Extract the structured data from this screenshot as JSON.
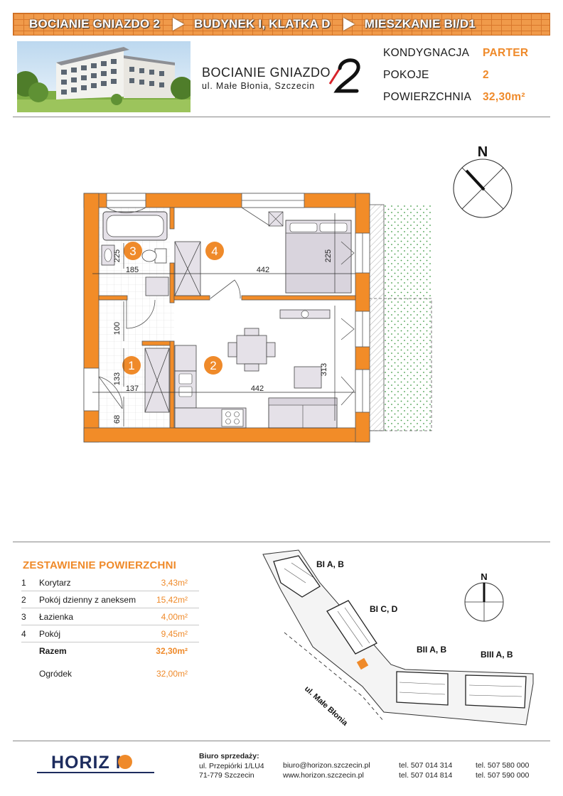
{
  "banner": {
    "crumbs": [
      "BOCIANIE GNIAZDO 2",
      "BUDYNEK I, KLATKA D",
      "MIESZKANIE  BI/D1"
    ]
  },
  "logo": {
    "title": "BOCIANIE GNIAZDO",
    "subtitle": "ul. Małe Błonia, Szczecin",
    "numeral": "2"
  },
  "specs": [
    {
      "label": "KONDYGNACJA",
      "value": "PARTER"
    },
    {
      "label": "POKOJE",
      "value": "2"
    },
    {
      "label": "POWIERZCHNIA",
      "value": "32,30m²"
    }
  ],
  "plan": {
    "north_label": "N",
    "room_numbers": [
      "1",
      "2",
      "3",
      "4"
    ],
    "dimensions": {
      "bath_h": "225",
      "bath_w": "185",
      "room_w": "442",
      "room_h": "225",
      "door": "100",
      "hall_h": "133",
      "hall_w": "137",
      "living_w": "442",
      "living_h": "313",
      "entry": "68"
    }
  },
  "summary": {
    "title": "ZESTAWIENIE POWIERZCHNI",
    "rooms": [
      {
        "no": "1",
        "name": "Korytarz",
        "area": "3,43m²"
      },
      {
        "no": "2",
        "name": "Pokój dzienny z aneksem",
        "area": "15,42m²"
      },
      {
        "no": "3",
        "name": "Łazienka",
        "area": "4,00m²"
      },
      {
        "no": "4",
        "name": "Pokój",
        "area": "9,45m²"
      }
    ],
    "total": {
      "name": "Razem",
      "area": "32,30m²"
    },
    "garden": {
      "name": "Ogródek",
      "area": "32,00m²"
    }
  },
  "site": {
    "north_label": "N",
    "labels": [
      "BI A, B",
      "BI C, D",
      "BII A, B",
      "BIII A, B"
    ],
    "street": "ul. Małe Błonia"
  },
  "footer": {
    "brand": "HORIZ  N",
    "office_title": "Biuro sprzedaży:",
    "address": [
      "ul. Przepiórki 1/LU4",
      "71-779 Szczecin"
    ],
    "web": [
      "biuro@horizon.szczecin.pl",
      "www.horizon.szczecin.pl"
    ],
    "phones_a": [
      "tel. 507 014 314",
      "tel. 507 014 814"
    ],
    "phones_b": [
      "tel. 507 580 000",
      "tel. 507 590 000"
    ]
  },
  "colors": {
    "accent": "#ef8a2a",
    "wall": "#f28c28",
    "brand": "#1d2c5e"
  }
}
